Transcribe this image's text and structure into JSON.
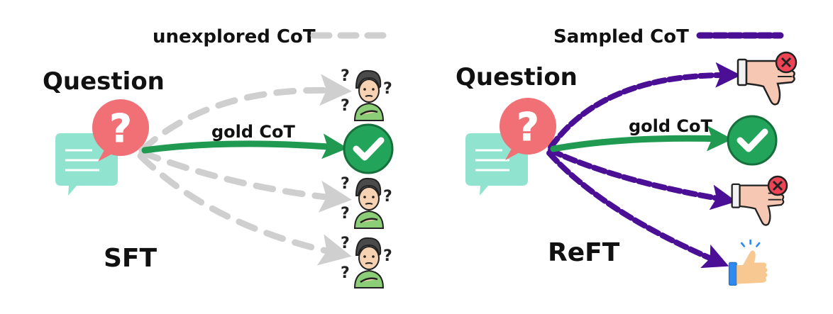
{
  "left_panel": {
    "legend_label": "unexplored CoT",
    "question_label": "Question",
    "gold_label": "gold CoT",
    "method_label": "SFT",
    "question_mark": "?"
  },
  "right_panel": {
    "legend_label": "Sampled CoT",
    "question_label": "Question",
    "gold_label": "gold CoT",
    "method_label": "ReFT",
    "question_mark": "?"
  },
  "colors": {
    "unexplored": "#cfcfcf",
    "gold": "#1f9a50",
    "sampled": "#4b0f96",
    "bubble_red": "#f07076",
    "bubble_teal": "#8fe3cf",
    "check_green": "#22a55a",
    "reject_red": "#ee4455"
  },
  "icons": {
    "question_bubble": "chat-question-icon",
    "confused_person": "confused-person-icon",
    "correct": "check-circle-icon",
    "wrong": "thumbs-down-icon",
    "good": "thumbs-up-icon"
  }
}
